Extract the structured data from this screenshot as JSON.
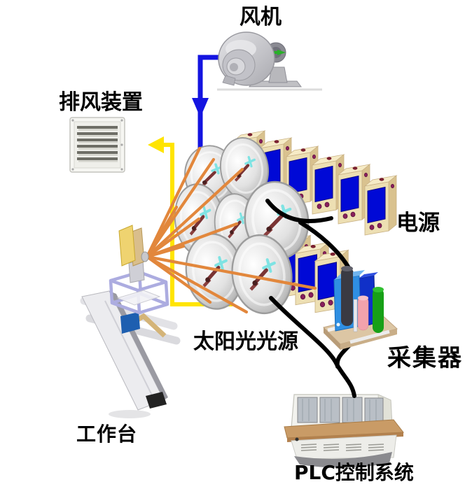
{
  "diagram": {
    "labels": {
      "fan": "风机",
      "exhaust_device": "排风装置",
      "power_supply": "电源",
      "sunlight_source": "太阳光光源",
      "collector": "采集器",
      "workbench": "工作台",
      "plc_system": "PLC控制系统"
    },
    "counts": {
      "lamp_reflectors": 7,
      "power_supply_units_back_row": 6,
      "power_supply_units_front_row": 3,
      "plc_screens": 4,
      "vent_louvers": 6
    },
    "colors": {
      "air_duct_blue": "#1414E0",
      "exhaust_path_yellow": "#FFE400",
      "light_ray_orange": "#E2873C",
      "cable_black": "#000000",
      "psu_body_beige": "#EDDFB3",
      "psu_panel_blue": "#0009D6",
      "collector_blue": "#2F8FE2",
      "console_desk_tan": "#C99B66"
    }
  }
}
